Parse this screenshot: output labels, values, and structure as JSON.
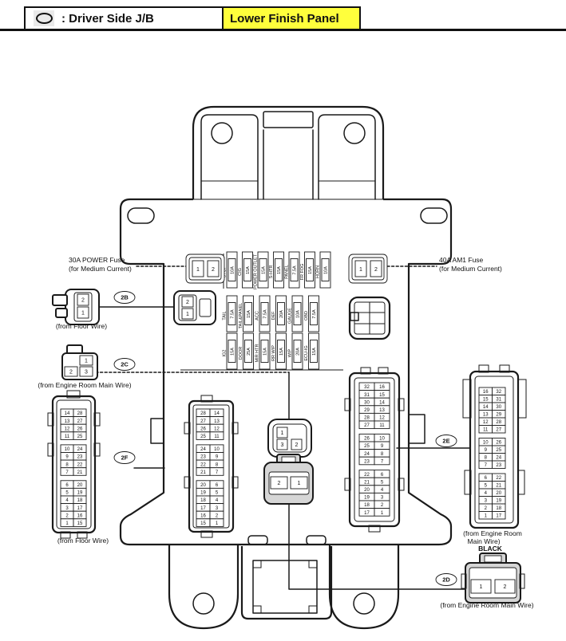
{
  "header": {
    "symbol": "oval-connector-symbol",
    "title": ": Driver Side J/B",
    "highlight": "Lower Finish Panel",
    "highlight_color": "#ffff3c"
  },
  "callouts": {
    "power_fuse_line1": "30A POWER Fuse",
    "power_fuse_line2": "(for Medium Current)",
    "am1_fuse_line1": "40A AM1 Fuse",
    "am1_fuse_line2": "(for Medium Current)",
    "from_floor_wire_2b": "(from Floor Wire)",
    "from_engine_room_2c": "(from Engine Room Main Wire)",
    "from_floor_wire_2f": "(from Floor Wire)",
    "from_engine_room_2e_line1": "(from Engine Room",
    "from_engine_room_2e_line2": "Main Wire)",
    "black": "BLACK",
    "from_engine_room_2d": "(from Engine Room Main Wire)"
  },
  "ovals": {
    "b2": "2B",
    "c2": "2C",
    "d2": "2D",
    "e2": "2E",
    "f2": "2F"
  },
  "fuse_rows": [
    [
      {
        "name": "STOP",
        "amp": "10A"
      },
      {
        "name": "CIG",
        "amp": "15A"
      },
      {
        "name": "POWER OUTLET",
        "amp": "15A"
      },
      {
        "name": "S-HTR",
        "amp": "15A"
      },
      {
        "name": "PANEL",
        "amp": "7.5A"
      },
      {
        "name": "FR FOG",
        "amp": "15A"
      },
      {
        "name": "HORN",
        "amp": "10A"
      }
    ],
    [
      {
        "name": "TAIL",
        "amp": "7.5A"
      },
      {
        "name": "TAIL&PANEL",
        "amp": "15A"
      },
      {
        "name": "ACC",
        "amp": "7.5A"
      },
      {
        "name": "DEF",
        "amp": "20A"
      },
      {
        "name": "GAUGE",
        "amp": "10A"
      },
      {
        "name": "OBD",
        "amp": "7.5A"
      }
    ],
    [
      {
        "name": "IG2",
        "amp": "15A"
      },
      {
        "name": "DOOR",
        "amp": "25A"
      },
      {
        "name": "MIR HTR",
        "amp": "15A"
      },
      {
        "name": "RR WIP",
        "amp": "15A"
      },
      {
        "name": "WIP",
        "amp": "20A"
      },
      {
        "name": "ECU-IG",
        "amp": "15A"
      }
    ]
  ],
  "fuse_sockets": {
    "power": [
      "1",
      "2"
    ],
    "am1": [
      "1",
      "2"
    ]
  },
  "small_connectors": {
    "floor_wire_2b_plug": [
      "2",
      "1"
    ],
    "jb_2b_socket": [
      "2",
      "1"
    ],
    "engine_room_2c_plug": [
      "1",
      "2",
      "3"
    ],
    "center_upper": [
      "1",
      "3",
      "2"
    ],
    "center_lower": [
      "2",
      "1"
    ],
    "engine_room_2d_plug": [
      "1",
      "2"
    ]
  },
  "pin_connectors": {
    "floor_wire_2f": {
      "rows": [
        [
          14,
          28
        ],
        [
          13,
          27
        ],
        [
          12,
          26
        ],
        [
          11,
          25
        ],
        [
          10,
          24
        ],
        [
          9,
          23
        ],
        [
          8,
          22
        ],
        [
          7,
          21
        ],
        [
          6,
          20
        ],
        [
          5,
          19
        ],
        [
          4,
          18
        ],
        [
          3,
          17
        ],
        [
          2,
          16
        ],
        [
          1,
          15
        ]
      ],
      "groups": [
        4,
        4,
        6
      ]
    },
    "jb_left_inner": {
      "rows": [
        [
          28,
          14
        ],
        [
          27,
          13
        ],
        [
          26,
          12
        ],
        [
          25,
          11
        ],
        [
          24,
          10
        ],
        [
          23,
          9
        ],
        [
          22,
          8
        ],
        [
          21,
          7
        ],
        [
          20,
          6
        ],
        [
          19,
          5
        ],
        [
          18,
          4
        ],
        [
          17,
          3
        ],
        [
          16,
          2
        ],
        [
          15,
          1
        ]
      ],
      "groups": [
        4,
        4,
        6
      ]
    },
    "jb_right_inner": {
      "rows": [
        [
          32,
          16
        ],
        [
          31,
          15
        ],
        [
          30,
          14
        ],
        [
          29,
          13
        ],
        [
          28,
          12
        ],
        [
          27,
          11
        ],
        [
          26,
          10
        ],
        [
          25,
          9
        ],
        [
          24,
          8
        ],
        [
          23,
          7
        ],
        [
          22,
          6
        ],
        [
          21,
          5
        ],
        [
          20,
          4
        ],
        [
          19,
          3
        ],
        [
          18,
          2
        ],
        [
          17,
          1
        ]
      ],
      "groups": [
        6,
        4,
        6
      ]
    },
    "engine_room_2e": {
      "rows": [
        [
          16,
          32
        ],
        [
          15,
          31
        ],
        [
          14,
          30
        ],
        [
          13,
          29
        ],
        [
          12,
          28
        ],
        [
          11,
          27
        ],
        [
          10,
          26
        ],
        [
          9,
          25
        ],
        [
          8,
          24
        ],
        [
          7,
          23
        ],
        [
          6,
          22
        ],
        [
          5,
          21
        ],
        [
          4,
          20
        ],
        [
          3,
          19
        ],
        [
          2,
          18
        ],
        [
          1,
          17
        ]
      ],
      "groups": [
        6,
        4,
        6
      ]
    }
  }
}
